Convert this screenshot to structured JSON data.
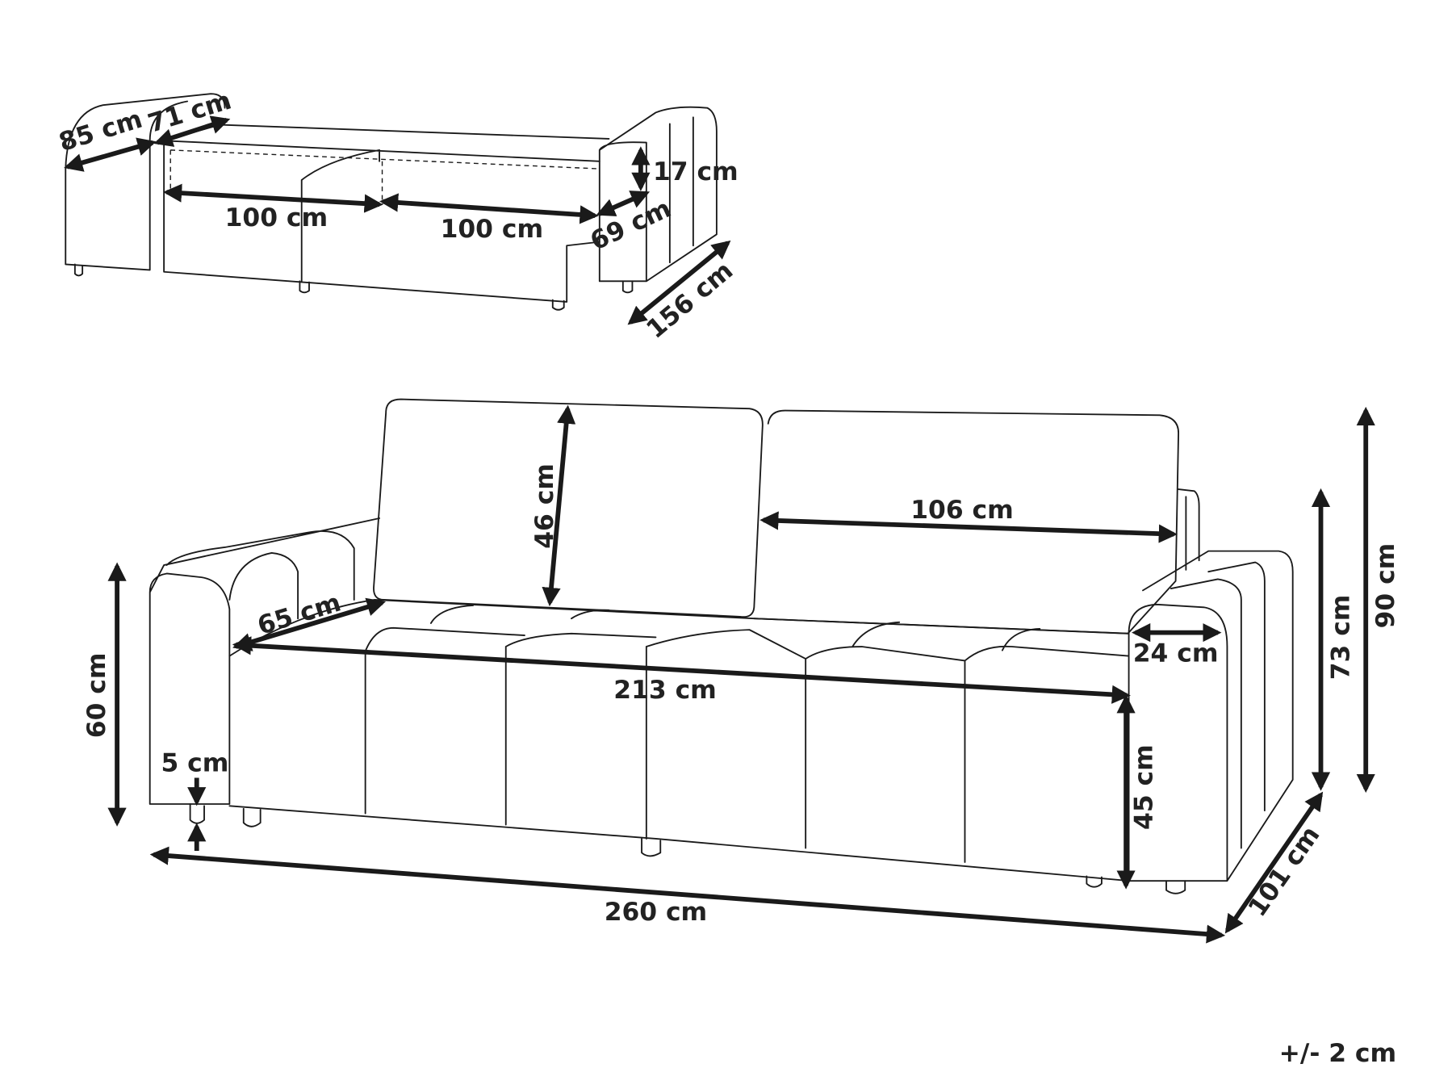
{
  "folded_view": {
    "dims": {
      "armrest_depth": "85 cm",
      "armrest_height_top": "71 cm",
      "mattress_thickness": "17 cm",
      "bed_width_left": "100 cm",
      "bed_width_right": "100 cm",
      "armrest_inner_depth": "69 cm",
      "bed_length": "156 cm"
    }
  },
  "main_view": {
    "dims": {
      "backrest_height": "46 cm",
      "backrest_width": "106 cm",
      "seat_depth": "65 cm",
      "armrest_width": "24 cm",
      "seat_width": "213 cm",
      "armrest_height": "60 cm",
      "leg_height": "5 cm",
      "seat_height": "45 cm",
      "back_height": "73 cm",
      "total_height": "90 cm",
      "total_width": "260 cm",
      "total_depth": "101 cm"
    }
  },
  "tolerance": "+/- 2 cm",
  "colors": {
    "line": "#1a1a1a",
    "background": "#ffffff"
  }
}
